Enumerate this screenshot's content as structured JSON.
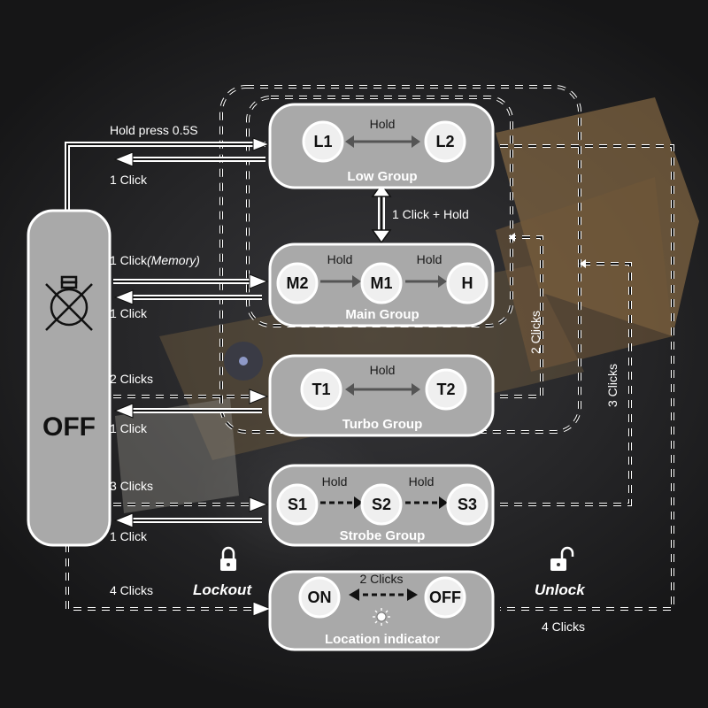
{
  "off": {
    "label": "OFF",
    "icon": "bulb-off-icon"
  },
  "groups": {
    "low": {
      "title": "Low Group",
      "hold_label": "Hold",
      "node_1": "L1",
      "node_2": "L2"
    },
    "main": {
      "title": "Main Group",
      "hold_label_1": "Hold",
      "hold_label_2": "Hold",
      "node_1": "M2",
      "node_2": "M1",
      "node_3": "H"
    },
    "turbo": {
      "title": "Turbo Group",
      "hold_label": "Hold",
      "node_1": "T1",
      "node_2": "T2"
    },
    "strobe": {
      "title": "Strobe Group",
      "hold_label_1": "Hold",
      "hold_label_2": "Hold",
      "node_1": "S1",
      "node_2": "S2",
      "node_3": "S3"
    },
    "location": {
      "title": "Location indicator",
      "clicks_label": "2 Clicks",
      "node_on": "ON",
      "node_off": "OFF",
      "icon": "sun-icon"
    }
  },
  "transitions": {
    "hold_press": "Hold press 0.5S",
    "low_click": "1 Click",
    "low_to_main": "1 Click + Hold",
    "main_memory_prefix": "1 Click",
    "main_memory_suffix": "(Memory)",
    "main_click": "1 Click",
    "turbo_clicks": "2 Clicks",
    "turbo_click": "1 Click",
    "strobe_clicks": "3 Clicks",
    "strobe_click": "1 Click",
    "lockout_clicks": "4 Clicks",
    "lockout": "Lockout",
    "unlock": "Unlock",
    "unlock_clicks": "4 Clicks",
    "right_two_clicks": "2 Clicks",
    "right_three_clicks": "3 Clicks"
  },
  "icons": {
    "lockout": "lock-closed-icon",
    "unlock": "lock-open-icon"
  },
  "colors": {
    "background": "#262628",
    "box_fill": "#a9a9a9",
    "node_fill": "#efefef",
    "line": "#ffffff"
  }
}
